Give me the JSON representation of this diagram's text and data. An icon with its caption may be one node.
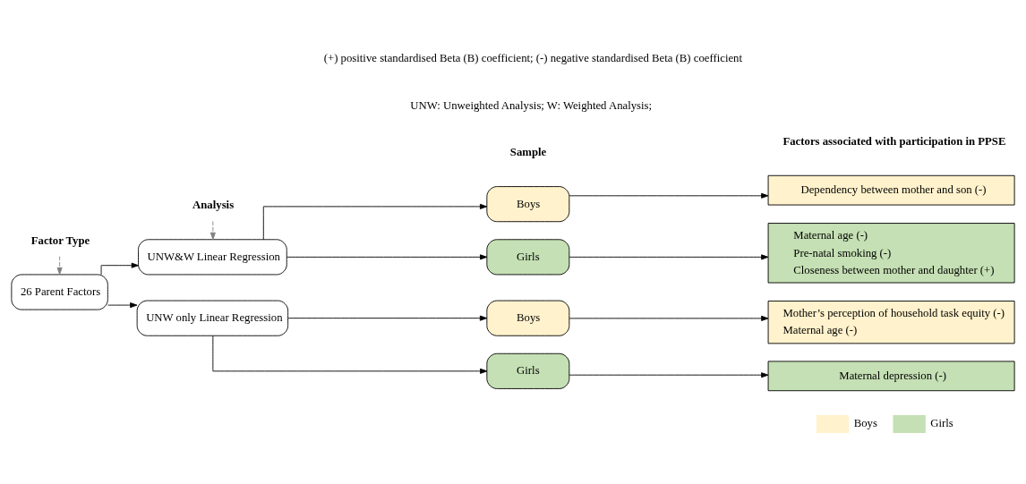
{
  "diagram": {
    "nodes": [
      {
        "text": [
          "Factor Type"
        ]
      },
      {
        "text": [
          "Analysis"
        ]
      },
      {
        "text": [
          "26 Parent Factors"
        ]
      },
      {
        "text": [
          "UNW&W Linear Regression"
        ]
      },
      {
        "text": [
          "UNW only Linear Regression"
        ]
      },
      {
        "text": [
          "Boys"
        ]
      },
      {
        "text": [
          "Girls"
        ]
      },
      {
        "text": [
          "Boys"
        ]
      },
      {
        "text": [
          "Girls"
        ]
      },
      {
        "text": [
          "Dependency between mother and son (-)"
        ]
      },
      {
        "text": [
          "Maternal age (-)",
          "Pre-natal smoking (-)",
          "Closeness between mother and daughter (+)"
        ]
      },
      {
        "text": [
          "Mother’s perception of household task equity (-)",
          "Maternal age (-)"
        ]
      },
      {
        "text": [
          "Maternal depression (-)"
        ]
      }
    ],
    "edges": [
      {
        "from": 0,
        "to": 2,
        "arrow": "to",
        "style": "dashed",
        "color": "#808080"
      },
      {
        "from": 1,
        "to": 3,
        "arrow": "to",
        "style": "dashed",
        "color": "#808080"
      },
      {
        "from": 2,
        "to": 3,
        "arrow": "to"
      },
      {
        "from": 2,
        "to": 4,
        "arrow": "to"
      },
      {
        "from": 3,
        "to": 5,
        "arrow": "to"
      },
      {
        "from": 3,
        "to": 6,
        "arrow": "to"
      },
      {
        "from": 4,
        "to": 7,
        "arrow": "to"
      },
      {
        "from": 4,
        "to": 8,
        "arrow": "to"
      },
      {
        "from": 5,
        "to": 9,
        "arrow": "to"
      },
      {
        "from": 6,
        "to": 10,
        "arrow": "to"
      },
      {
        "from": 7,
        "to": 11,
        "arrow": "to"
      },
      {
        "from": 8,
        "to": 12,
        "arrow": "to"
      }
    ],
    "labels": [
      "Sample",
      "Factors associated with participation in PPSE",
      "UNW: Unweighted Analysis; W: Weighted Analysis;",
      "(+) positive standardised Beta (B) coefficient; (-) negative standardised Beta (B) coefficient"
    ],
    "legend": [
      {
        "text": "Boys",
        "color": "#fff2cc"
      },
      {
        "text": "Girls",
        "color": "#c5e0b4"
      }
    ]
  }
}
